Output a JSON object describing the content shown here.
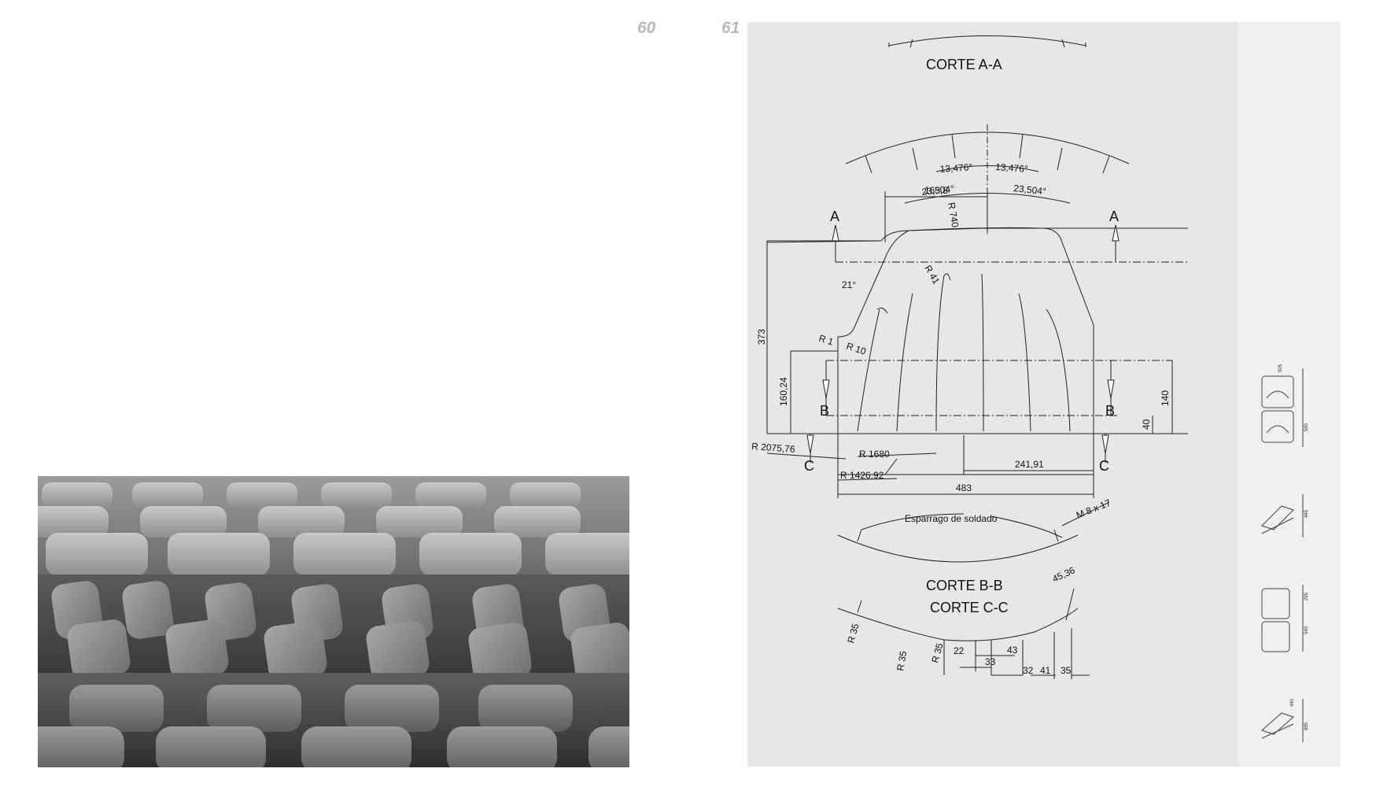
{
  "pages": {
    "left": "60",
    "right": "61"
  },
  "sections": {
    "aa": "CORTE A-A",
    "bb": "CORTE B-B",
    "cc": "CORTE C-C"
  },
  "section_letters": {
    "a": "A",
    "b": "B",
    "c": "C"
  },
  "dims": {
    "angle_inner": "13,476°",
    "angle_outer": "23,504°",
    "d163": "163,8",
    "r740": "R 740",
    "r41": "R 41",
    "d21": "21°",
    "r1": "R 1",
    "r10": "R 10",
    "d373": "373",
    "d160": "160,24",
    "d140": "140",
    "d40": "40",
    "r2075": "R 2075,76",
    "r1680": "R 1680",
    "r1426": "R 1426,92",
    "d241": "241,91",
    "d483": "483",
    "m8": "M 8 x 17",
    "esparrago": "Esparrago de soldado",
    "d4536": "45,36",
    "r35": "R 35",
    "d22": "22",
    "d43": "43",
    "d33": "33",
    "d32": "32",
    "d41": "41",
    "d35": "35"
  },
  "thumb_dims": {
    "t905": "905",
    "t590": "590",
    "t445": "445",
    "t295": "295",
    "t540": "540",
    "t440": "440",
    "t885": "885"
  },
  "colors": {
    "panel": "#e6e7e9",
    "side_panel": "#f0f0f1",
    "line": "#222222",
    "page_number": "#b9b9b9"
  }
}
